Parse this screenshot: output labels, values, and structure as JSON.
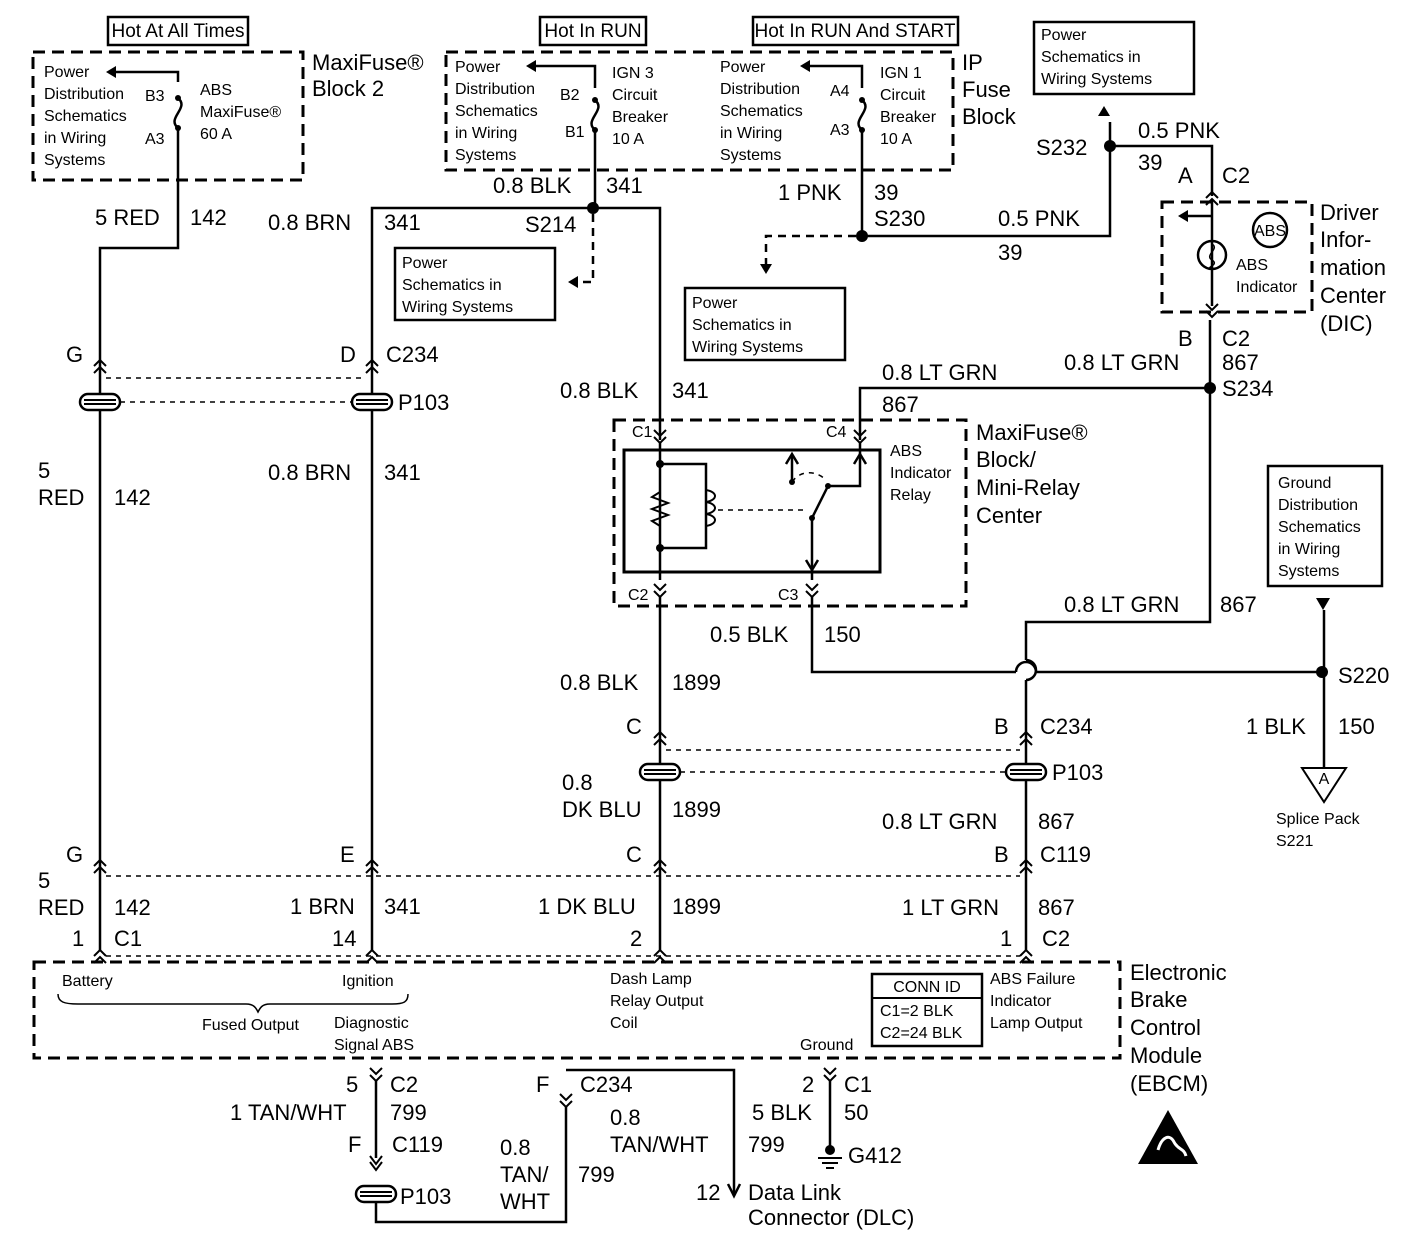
{
  "hot_labels": {
    "always": "Hot At All Times",
    "run": "Hot In RUN",
    "run_start": "Hot In RUN And START"
  },
  "pds": "Power Distribution Schematics in Wiring Systems",
  "pds_lines": {
    "a": "Power",
    "b": "Distribution",
    "c": "Schematics",
    "d": "in Wiring",
    "e": "Systems",
    "c2": "Schematics in",
    "d2": "Wiring Systems"
  },
  "gds_lines": {
    "a": "Ground",
    "b": "Distribution",
    "c": "Schematics",
    "d": "in Wiring",
    "e": "Systems"
  },
  "maxifuse2": {
    "l1": "MaxiFuse®",
    "l2": "Block 2",
    "fuse": "ABS",
    "fuse2": "MaxiFuse®",
    "amps": "60 A",
    "pin_in": "B3",
    "pin_out": "A3"
  },
  "ip_fuse": {
    "l1": "IP",
    "l2": "Fuse",
    "l3": "Block",
    "cb3_1": "IGN 3",
    "cb3_2": "Circuit",
    "cb3_3": "Breaker",
    "cb3_4": "10 A",
    "cb3_in": "B2",
    "cb3_out": "B1",
    "cb1_1": "IGN 1",
    "cb1_2": "Circuit",
    "cb1_3": "Breaker",
    "cb1_4": "10 A",
    "cb1_in": "A4",
    "cb1_out": "A3"
  },
  "dic": {
    "l1": "Driver",
    "l2": "Infor-",
    "l3": "mation",
    "l4": "Center",
    "l5": "(DIC)",
    "abs": "ABS",
    "ind1": "ABS",
    "ind2": "Indicator",
    "pinA": "A",
    "pinB": "B",
    "conn": "C2"
  },
  "relay_block": {
    "l1": "MaxiFuse®",
    "l2": "Block/",
    "l3": "Mini-Relay",
    "l4": "Center",
    "relay1": "ABS",
    "relay2": "Indicator",
    "relay3": "Relay",
    "c1": "C1",
    "c2": "C2",
    "c3": "C3",
    "c4": "C4"
  },
  "ebcm": {
    "l1": "Electronic",
    "l2": "Brake",
    "l3": "Control",
    "l4": "Module",
    "l5": "(EBCM)",
    "battery": "Battery",
    "ignition": "Ignition",
    "fused": "Fused Output",
    "diag1": "Diagnostic",
    "diag2": "Signal ABS",
    "dash1": "Dash Lamp",
    "dash2": "Relay Output",
    "dash3": "Coil",
    "ground": "Ground",
    "fail1": "ABS Failure",
    "fail2": "Indicator",
    "fail3": "Lamp Output",
    "conn_title": "CONN ID",
    "conn_c1": "C1=2 BLK",
    "conn_c2": "C2=24 BLK"
  },
  "wires": {
    "red5": "5 RED",
    "red5a": "5",
    "red5b": "RED",
    "n142": "142",
    "brn08": "0.8 BRN",
    "n341": "341",
    "blk08": "0.8 BLK",
    "pnk1": "1 PNK",
    "n39": "39",
    "pnk05": "0.5 PNK",
    "ltgrn08": "0.8 LT GRN",
    "n867": "867",
    "blk05": "0.5 BLK",
    "n150": "150",
    "n1899": "1899",
    "dkblu08a": "0.8",
    "dkblu08b": "DK BLU",
    "brn1": "1 BRN",
    "dkblu1": "1 DK BLU",
    "ltgrn1": "1 LT GRN",
    "blk1": "1 BLK",
    "tanwht1": "1 TAN/WHT",
    "n799": "799",
    "tw08a": "0.8",
    "tw08b": "TAN/",
    "tw08c": "WHT",
    "tw08d": "TAN/WHT",
    "blk5": "5 BLK",
    "n50": "50"
  },
  "splices": {
    "s214": "S214",
    "s230": "S230",
    "s232": "S232",
    "s234": "S234",
    "s220": "S220"
  },
  "connectors": {
    "c234": "C234",
    "p103": "P103",
    "c119": "C119",
    "c1": "C1",
    "c2": "C2",
    "g": "G",
    "d": "D",
    "e": "E",
    "c": "C",
    "b": "B",
    "f": "F",
    "p1": "1",
    "p14": "14",
    "p2": "2",
    "p5": "5",
    "p12": "12"
  },
  "ground": {
    "g412": "G412",
    "splice_pack1": "Splice Pack",
    "splice_pack2": "S221",
    "tri": "A"
  },
  "dlc": {
    "l1": "Data Link",
    "l2": "Connector (DLC)"
  }
}
